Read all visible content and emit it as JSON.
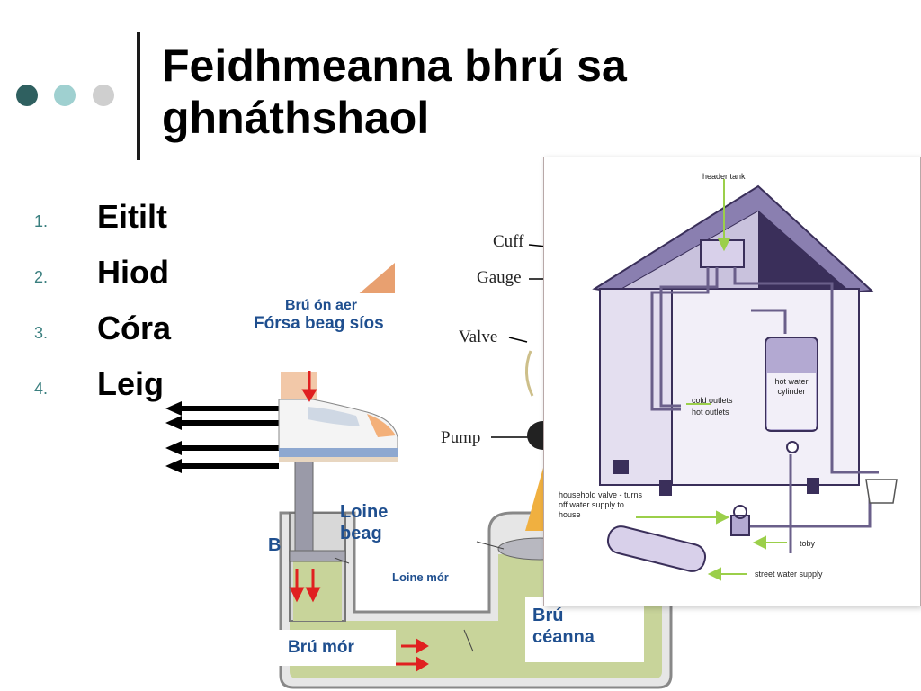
{
  "slide": {
    "title": "Feidhmeanna bhrú sa ghnáthshaol",
    "accent_colors": {
      "dot1": "#2f6060",
      "dot2": "#9fd0d0",
      "dot3": "#cfcfcf",
      "number": "#3a7f7f",
      "label": "#1f4f8f",
      "fluid": "#c8d49a",
      "cylinder_wall": "#8a8aa8"
    }
  },
  "list": {
    "items": [
      {
        "num": "1.",
        "text": "Eitilt"
      },
      {
        "num": "2.",
        "text": "Hiod"
      },
      {
        "num": "3.",
        "text": "Córa"
      },
      {
        "num": "4.",
        "text": "Leig"
      }
    ]
  },
  "hydraulic": {
    "bru_on_aer": "Brú ón aer",
    "forsa_beag": "Fórsa beag síos",
    "loine_beag": "Loine beag",
    "loine_mor": "Loine mór",
    "bru_ceanna": "Brú céanna",
    "bru_mor": "Brú mór",
    "b_label": "B"
  },
  "bp_device": {
    "cuff": "Cuff",
    "gauge": "Gauge",
    "valve": "Valve",
    "pump": "Pump"
  },
  "house": {
    "header_tank": "header tank",
    "hot_water_cylinder": "hot water cylinder",
    "cold_outlets": "cold outlets",
    "hot_outlets": "hot outlets",
    "household_valve": "household valve - turns off water supply to house",
    "toby": "toby",
    "street_water_supply": "street water supply"
  }
}
